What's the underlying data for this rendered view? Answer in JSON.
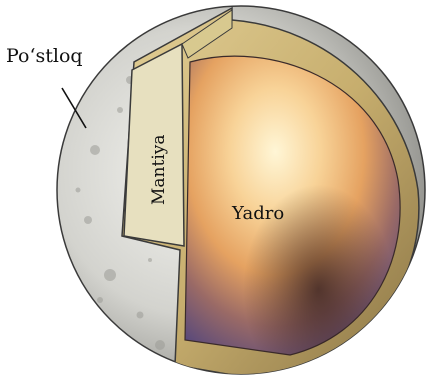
{
  "labels": {
    "crust": "Po‘stloq",
    "mantle": "Mantiya",
    "core": "Yadro"
  },
  "colors": {
    "crust": "#d8d8d4",
    "mantle": "#c9b47a",
    "mantle_cut_face": "#e6dfbe",
    "core_light": "#ffe9b8",
    "core_mid": "#e9a65e",
    "core_dark": "#5a3a55",
    "outline": "#2b2b2b"
  }
}
